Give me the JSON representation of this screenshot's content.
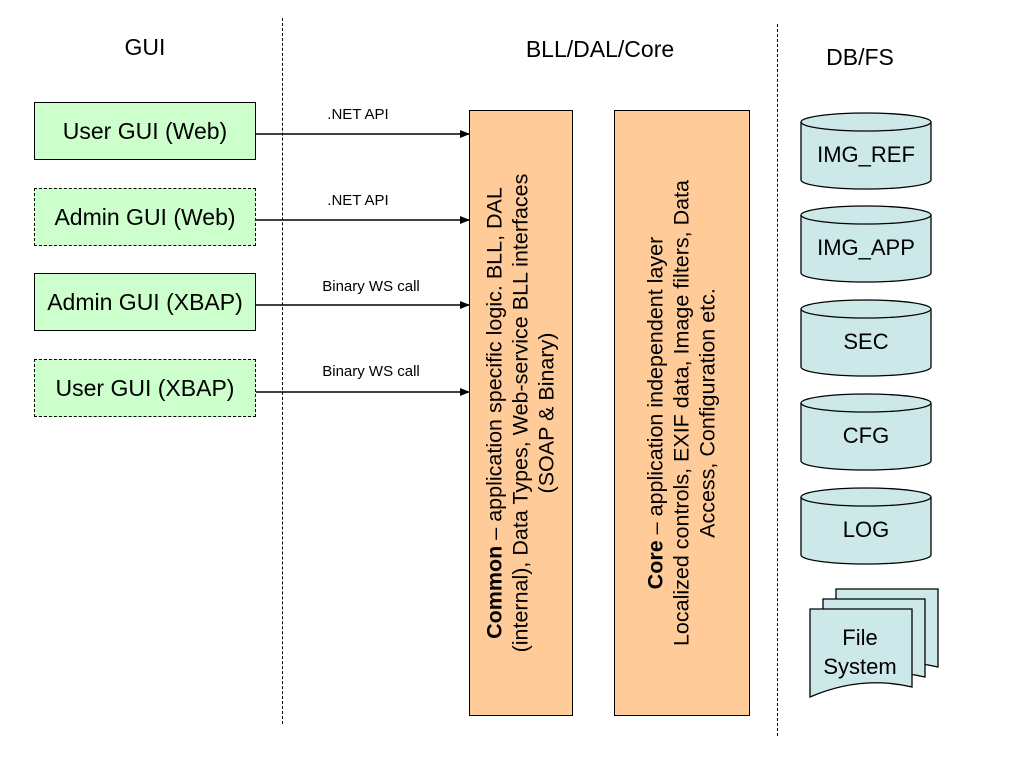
{
  "columns": {
    "gui": "GUI",
    "bll": "BLL/DAL/Core",
    "db": "DB/FS"
  },
  "gui_boxes": [
    {
      "label": "User GUI (Web)",
      "border": "solid"
    },
    {
      "label": "Admin GUI (Web)",
      "border": "dashed"
    },
    {
      "label": "Admin GUI (XBAP)",
      "border": "solid"
    },
    {
      "label": "User GUI (XBAP)",
      "border": "dashed"
    }
  ],
  "connections": [
    {
      "label": ".NET API"
    },
    {
      "label": ".NET API"
    },
    {
      "label": "Binary WS call"
    },
    {
      "label": "Binary WS call"
    }
  ],
  "common_layer": {
    "name": "Common",
    "desc_line1": " – application specific logic. BLL, DAL",
    "desc_line2": "(internal), Data Types, Web-service BLL interfaces",
    "desc_line3": "(SOAP & Binary)"
  },
  "core_layer": {
    "name": "Core",
    "desc_line1": " – application independent layer",
    "desc_line2": "Localized controls, EXIF data, Image filters, Data",
    "desc_line3": "Access, Configuration etc."
  },
  "databases": [
    "IMG_REF",
    "IMG_APP",
    "SEC",
    "CFG",
    "LOG"
  ],
  "file_system": {
    "line1": "File",
    "line2": "System"
  },
  "colors": {
    "gui_fill": "#ccffcc",
    "layer_fill": "#ffcc99",
    "db_fill": "#cce8e8",
    "line": "#000000"
  }
}
